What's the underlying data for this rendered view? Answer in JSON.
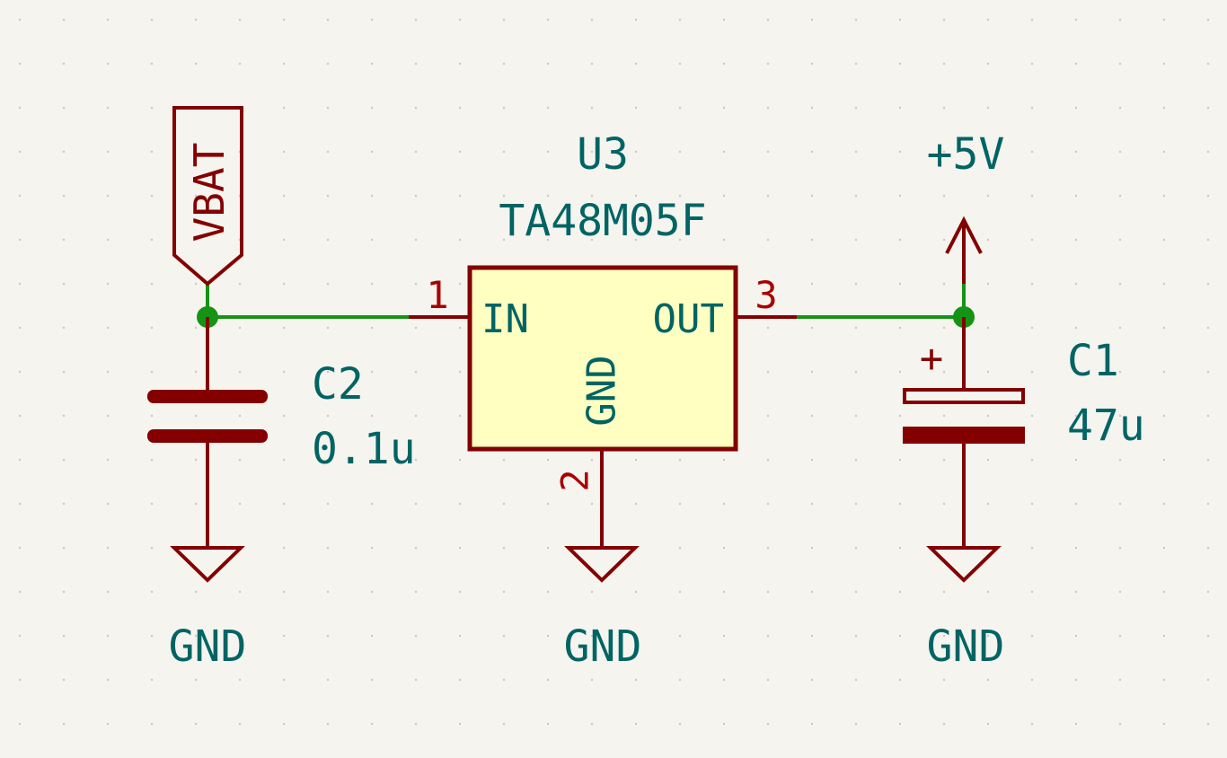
{
  "regulator": {
    "reference": "U3",
    "value": "TA48M05F",
    "pins": {
      "in_name": "IN",
      "out_name": "OUT",
      "gnd_name": "GND",
      "in_number": "1",
      "gnd_number": "2",
      "out_number": "3"
    }
  },
  "capacitor_c2": {
    "reference": "C2",
    "value": "0.1u"
  },
  "capacitor_c1": {
    "reference": "C1",
    "value": "47u",
    "polarity_mark": "+"
  },
  "net_labels": {
    "vbat": "VBAT",
    "plus5v": "+5V",
    "gnd_left": "GND",
    "gnd_center": "GND",
    "gnd_right": "GND"
  },
  "colors": {
    "background": "#f5f4ef",
    "wire": "#159315",
    "symbol": "#840000",
    "text": "#006464",
    "pin_number": "#a90000",
    "component_fill": "#ffffc2"
  }
}
